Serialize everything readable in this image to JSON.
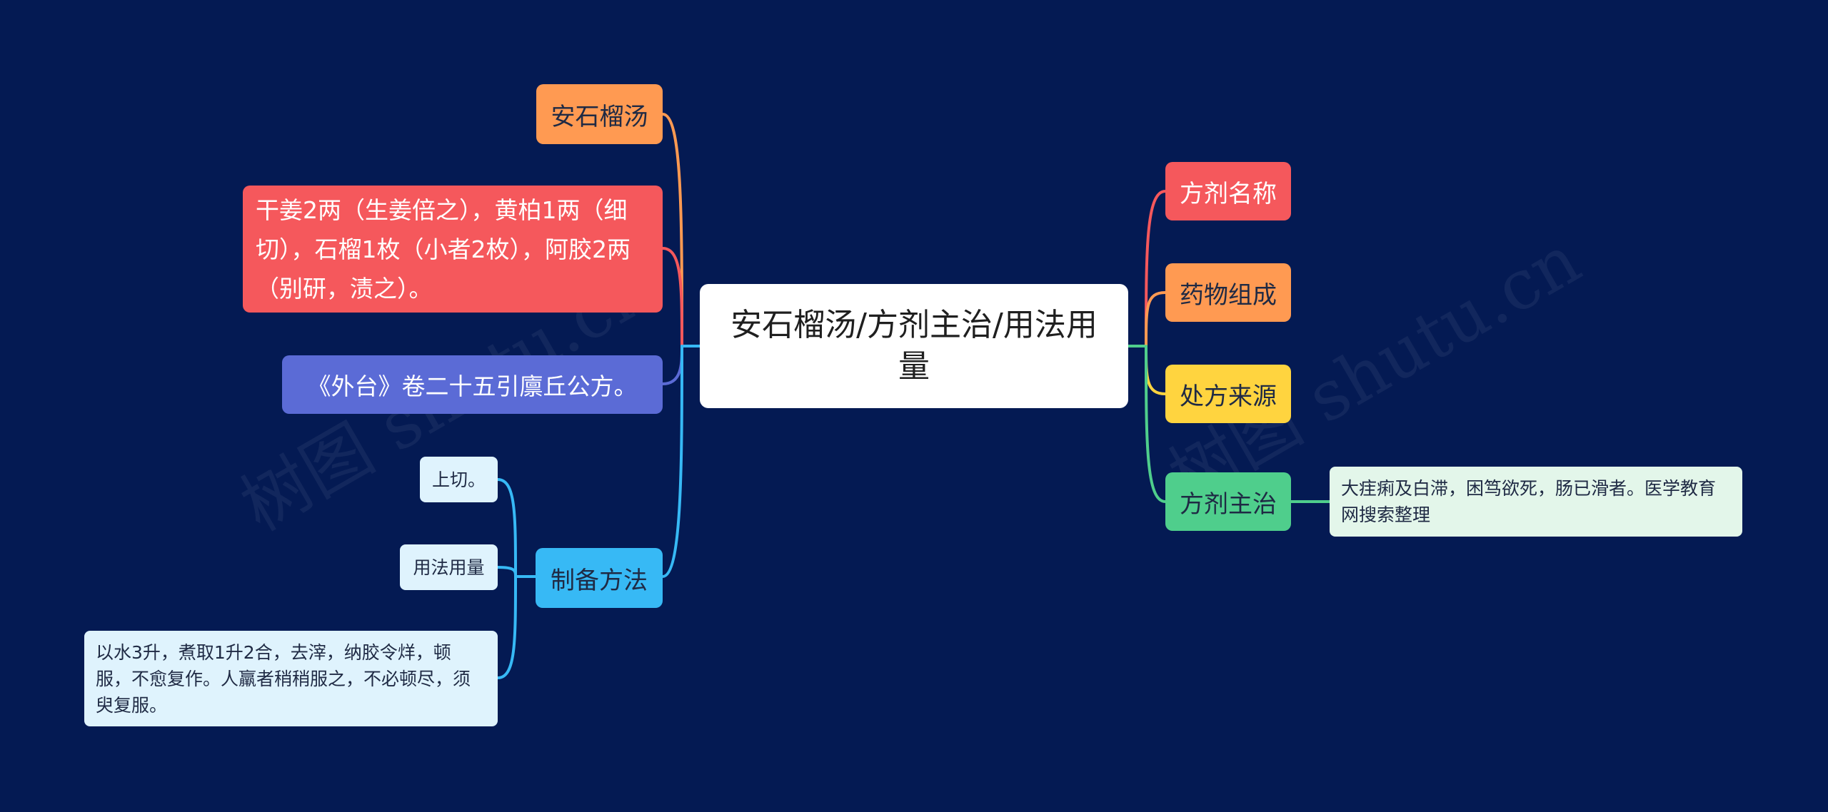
{
  "center": {
    "title": "安石榴汤/方剂主治/用法用量"
  },
  "left": {
    "name_value": "安石榴汤",
    "composition_value": "干姜2两（生姜倍之），黄柏1两（细切），石榴1枚（小者2枚），阿胶2两（别研，渍之）。",
    "source_value": "《外台》卷二十五引廪丘公方。",
    "prep": {
      "label": "制备方法",
      "children": [
        "上切。",
        "用法用量",
        "以水3升，煮取1升2合，去滓，纳胶令烊，顿服，不愈复作。人羸者稍稍服之，不必顿尽，须臾复服。"
      ]
    }
  },
  "right": {
    "items": [
      "方剂名称",
      "药物组成",
      "处方来源",
      "方剂主治"
    ],
    "indication_value": "大疰痢及白滞，困笃欲死，肠已滑者。医学教育网搜索整理"
  },
  "watermark": "树图 shutu.cn",
  "colors": {
    "background": "#041a53",
    "orange": "#ff9a52",
    "red": "#f5585c",
    "purple": "#5b6bd6",
    "blue": "#37b9f5",
    "yellow": "#ffd43f",
    "green": "#4fce8c"
  }
}
